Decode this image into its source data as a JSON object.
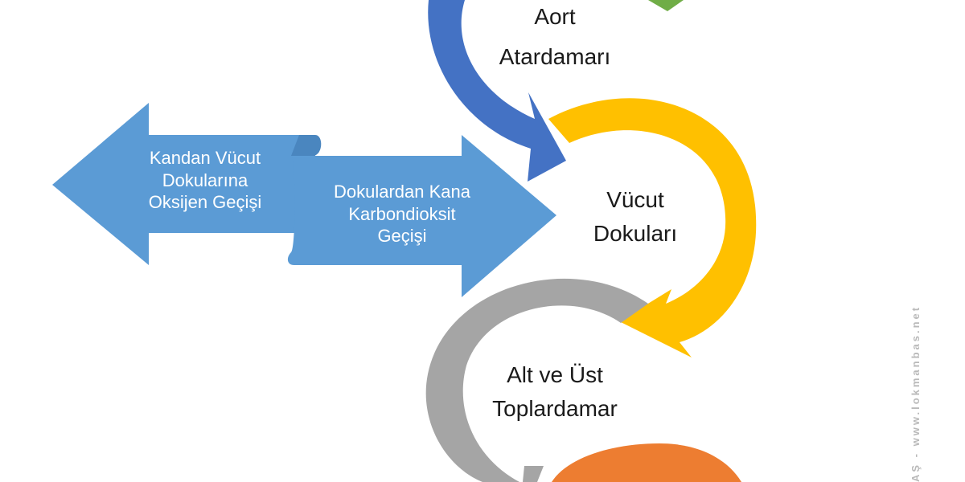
{
  "colors": {
    "blue_arrow": "#4472c4",
    "yellow_arrow": "#ffc000",
    "gray_arrow": "#a5a5a5",
    "orange_arrow": "#ed7d31",
    "green_arrow": "#70ad47",
    "light_blue": "#5b9bd5",
    "light_blue_dark": "#4a86bf",
    "watermark": "#b9b9b9"
  },
  "left_arrow": {
    "line1": "Kandan Vücut",
    "line2": "Dokularına",
    "line3": "Oksijen Geçişi"
  },
  "right_arrow": {
    "line1": "Dokulardan Kana",
    "line2": "Karbondioksit",
    "line3": "Geçişi"
  },
  "cycle": {
    "aort": {
      "line1": "Aort",
      "line2": "Atardamarı"
    },
    "vucut": {
      "line1": "Vücut",
      "line2": "Dokuları"
    },
    "toplardamar": {
      "line1": "Alt ve Üst",
      "line2": "Toplardamar"
    }
  },
  "watermark": {
    "text": "AŞ - www.lokmanbas.net"
  }
}
